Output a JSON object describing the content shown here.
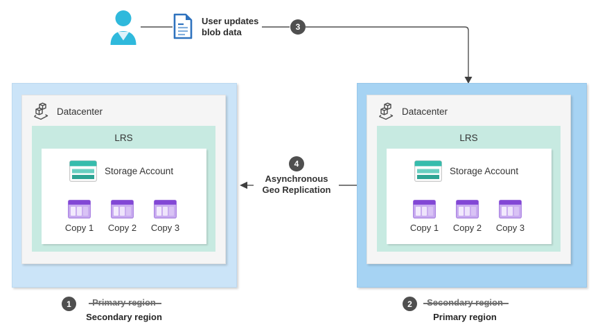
{
  "flow": {
    "user_action_label": "User updates blob data",
    "step_badge": "3"
  },
  "replication_arrow": {
    "step_badge": "4",
    "label": "Asynchronous Geo Replication"
  },
  "left_region": {
    "datacenter": {
      "title": "Datacenter",
      "redundancy_label": "LRS",
      "storage_label": "Storage Account",
      "copies": [
        "Copy 1",
        "Copy 2",
        "Copy 3"
      ]
    },
    "footer": {
      "step_badge": "1",
      "previous_role": "Primary region",
      "current_role": "Secondary region"
    }
  },
  "right_region": {
    "datacenter": {
      "title": "Datacenter",
      "redundancy_label": "LRS",
      "storage_label": "Storage Account",
      "copies": [
        "Copy 1",
        "Copy 2",
        "Copy 3"
      ]
    },
    "footer": {
      "step_badge": "2",
      "previous_role": "Secondary region",
      "current_role": "Primary region"
    }
  },
  "icons": {
    "person": "person-icon",
    "document": "document-icon",
    "datacenter": "datacenter-icon",
    "storage_account": "storage-account-icon",
    "copy": "table-copy-icon"
  },
  "colors": {
    "left_region_fill": "#CBE4F8",
    "right_region_fill": "#A6D3F3",
    "lrs_fill": "#C7EAE1",
    "datacenter_panel_fill": "#F5F5F5",
    "badge_fill": "#4F4F4F",
    "person_cyan": "#2FB9DC",
    "document_blue": "#2E72BE",
    "storage_teal": "#36BCAC",
    "copy_purple": "#8247D5",
    "connector_gray": "#4F4F4F"
  }
}
